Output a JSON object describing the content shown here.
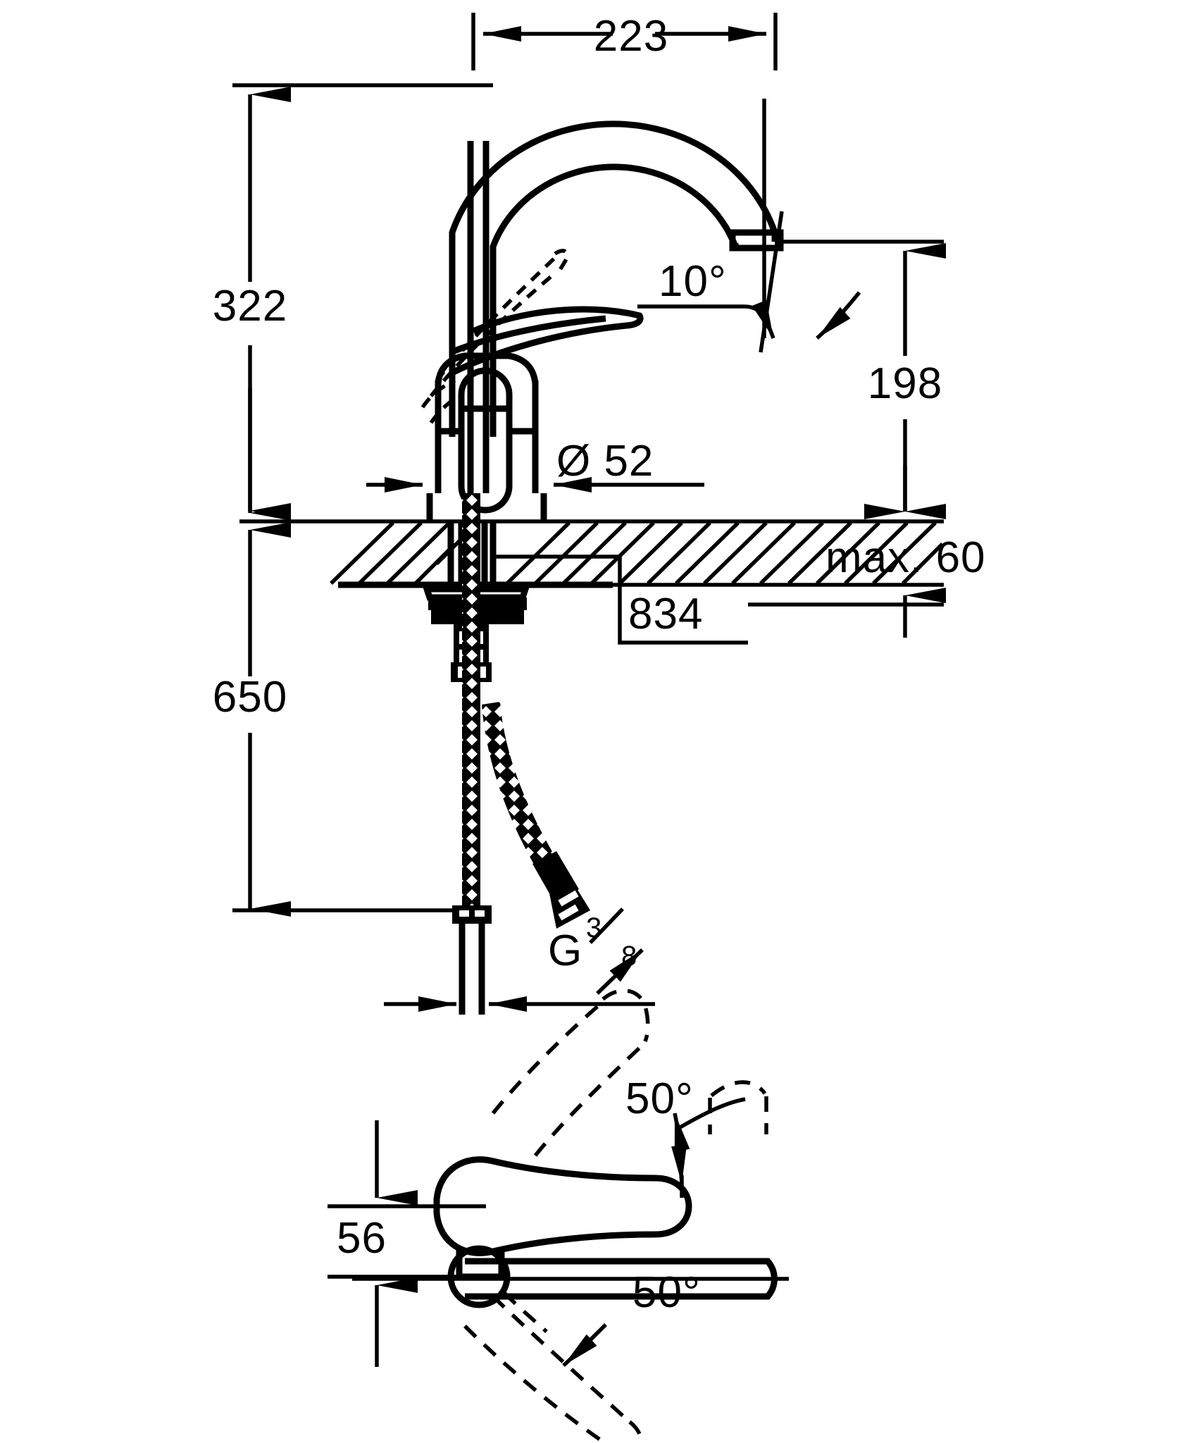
{
  "document": {
    "type": "technical-dimension-drawing",
    "subject": "single-lever kitchen sink mixer tap",
    "units": "mm",
    "background_color": "#ffffff",
    "line_color": "#000000"
  },
  "dimensions": {
    "spout_reach": {
      "label": "223",
      "orientation": "horizontal",
      "position": "top"
    },
    "total_height": {
      "label": "322",
      "orientation": "vertical",
      "position": "left-upper"
    },
    "install_depth": {
      "label": "650",
      "orientation": "vertical",
      "position": "left-lower"
    },
    "spout_height": {
      "label": "198",
      "orientation": "vertical",
      "position": "right"
    },
    "base_diameter": {
      "label": "Ø 52",
      "orientation": "horizontal",
      "position": "body"
    },
    "hole_diameter": {
      "label": "834",
      "orientation": "leader",
      "position": "counter"
    },
    "counter_thickness": {
      "label": "max. 60",
      "orientation": "vertical",
      "position": "right-counter"
    },
    "spout_tilt_angle": {
      "label": "10°",
      "orientation": "angular",
      "position": "spout-tip"
    },
    "lever_height": {
      "label": "56",
      "orientation": "vertical",
      "position": "bottom-left"
    },
    "lever_swing_up": {
      "label": "50°",
      "orientation": "angular",
      "position": "bottom-upper"
    },
    "lever_swing_down": {
      "label": "50°",
      "orientation": "angular",
      "position": "bottom-lower"
    },
    "thread_connection": {
      "label_prefix": "G",
      "numerator": "3",
      "denominator": "8",
      "full": "G 3/8",
      "orientation": "horizontal",
      "position": "hose-end"
    }
  },
  "views": {
    "main": {
      "name": "side-elevation-section",
      "description": "Side elevation with counter section hatching"
    },
    "bottom": {
      "name": "lever-swing-top-view",
      "description": "Lever travel range top view with dashed alternate positions"
    }
  },
  "labels": {
    "diameter_symbol": "Ø",
    "degree_symbol": "°"
  }
}
